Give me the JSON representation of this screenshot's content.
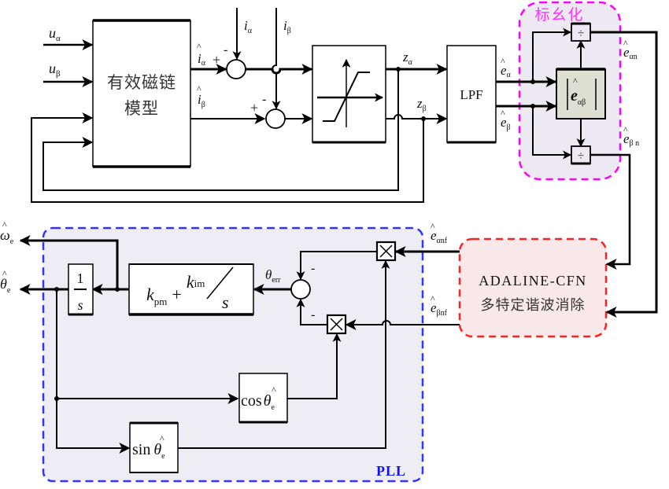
{
  "title": "Sensorless control block diagram with effective flux model, sliding-mode observer, normalization, ADALINE-CFN filter and PLL",
  "colors": {
    "line": "#000000",
    "normalize_border": "#ff00ff",
    "normalize_fill": "#ede9f2",
    "normalize_label": "#ff33ff",
    "adaline_border": "#ff2020",
    "adaline_fill": "#f8e8ea",
    "pll_border": "#3333ff",
    "pll_fill": "#eeedf3",
    "pll_label": "#1010ff",
    "mag_block_fill": "#dde0d0"
  },
  "inputs": {
    "u_alpha": {
      "base": "u",
      "sub": "α"
    },
    "u_beta": {
      "base": "u",
      "sub": "β"
    },
    "i_alpha": {
      "base": "i",
      "sub": "α"
    },
    "i_beta": {
      "base": "i",
      "sub": "β"
    }
  },
  "blocks": {
    "flux_model": {
      "line1": "有效磁链",
      "line2": "模型"
    },
    "saturation": {
      "label": "sat"
    },
    "lpf": {
      "label": "LPF"
    },
    "magnitude": {
      "base": "e",
      "sub": "αβ"
    },
    "divide_top": {
      "label": "÷"
    },
    "divide_bottom": {
      "label": "÷"
    },
    "adaline": {
      "line1": "ADALINE-CFN",
      "line2": "多特定谐波消除"
    },
    "integrator": {
      "num": "1",
      "den": "s"
    },
    "pi": {
      "kp": "k",
      "kp_sub": "pm",
      "plus": "+",
      "ki": "k",
      "ki_sub": "im",
      "den": "s"
    },
    "cos": {
      "fn": "cos",
      "var": "θ",
      "sub": "e"
    },
    "sin": {
      "fn": "sin",
      "var": "θ",
      "sub": "e"
    },
    "mult_top": {
      "label": "×"
    },
    "mult_bottom": {
      "label": "×"
    }
  },
  "groups": {
    "normalize": {
      "label": "标幺化"
    },
    "pll": {
      "label": "PLL"
    }
  },
  "signals": {
    "i_hat_alpha": {
      "base": "i",
      "sub": "α"
    },
    "i_hat_beta": {
      "base": "i",
      "sub": "β"
    },
    "z_alpha": {
      "base": "z",
      "sub": "α"
    },
    "z_beta": {
      "base": "z",
      "sub": "β"
    },
    "e_hat_alpha": {
      "base": "e",
      "sub": "α"
    },
    "e_hat_beta": {
      "base": "e",
      "sub": "β"
    },
    "e_hat_alpha_n": {
      "base": "e",
      "sub": "αn"
    },
    "e_hat_beta_n": {
      "base": "e",
      "sub": "β n"
    },
    "e_hat_alpha_nf": {
      "base": "e",
      "sub": "αnf"
    },
    "e_hat_beta_nf": {
      "base": "e",
      "sub": "βnf"
    },
    "theta_err": {
      "base": "θ",
      "sub": "err"
    },
    "omega_hat_e": {
      "base": "ω",
      "sub": "e"
    },
    "theta_hat_e": {
      "base": "θ",
      "sub": "e"
    }
  },
  "signs": {
    "sum1_plus": "+",
    "sum1_minus": "-",
    "sum2_plus": "+",
    "sum2_minus": "-",
    "sum3_top": "-",
    "sum3_bottom": "-"
  }
}
